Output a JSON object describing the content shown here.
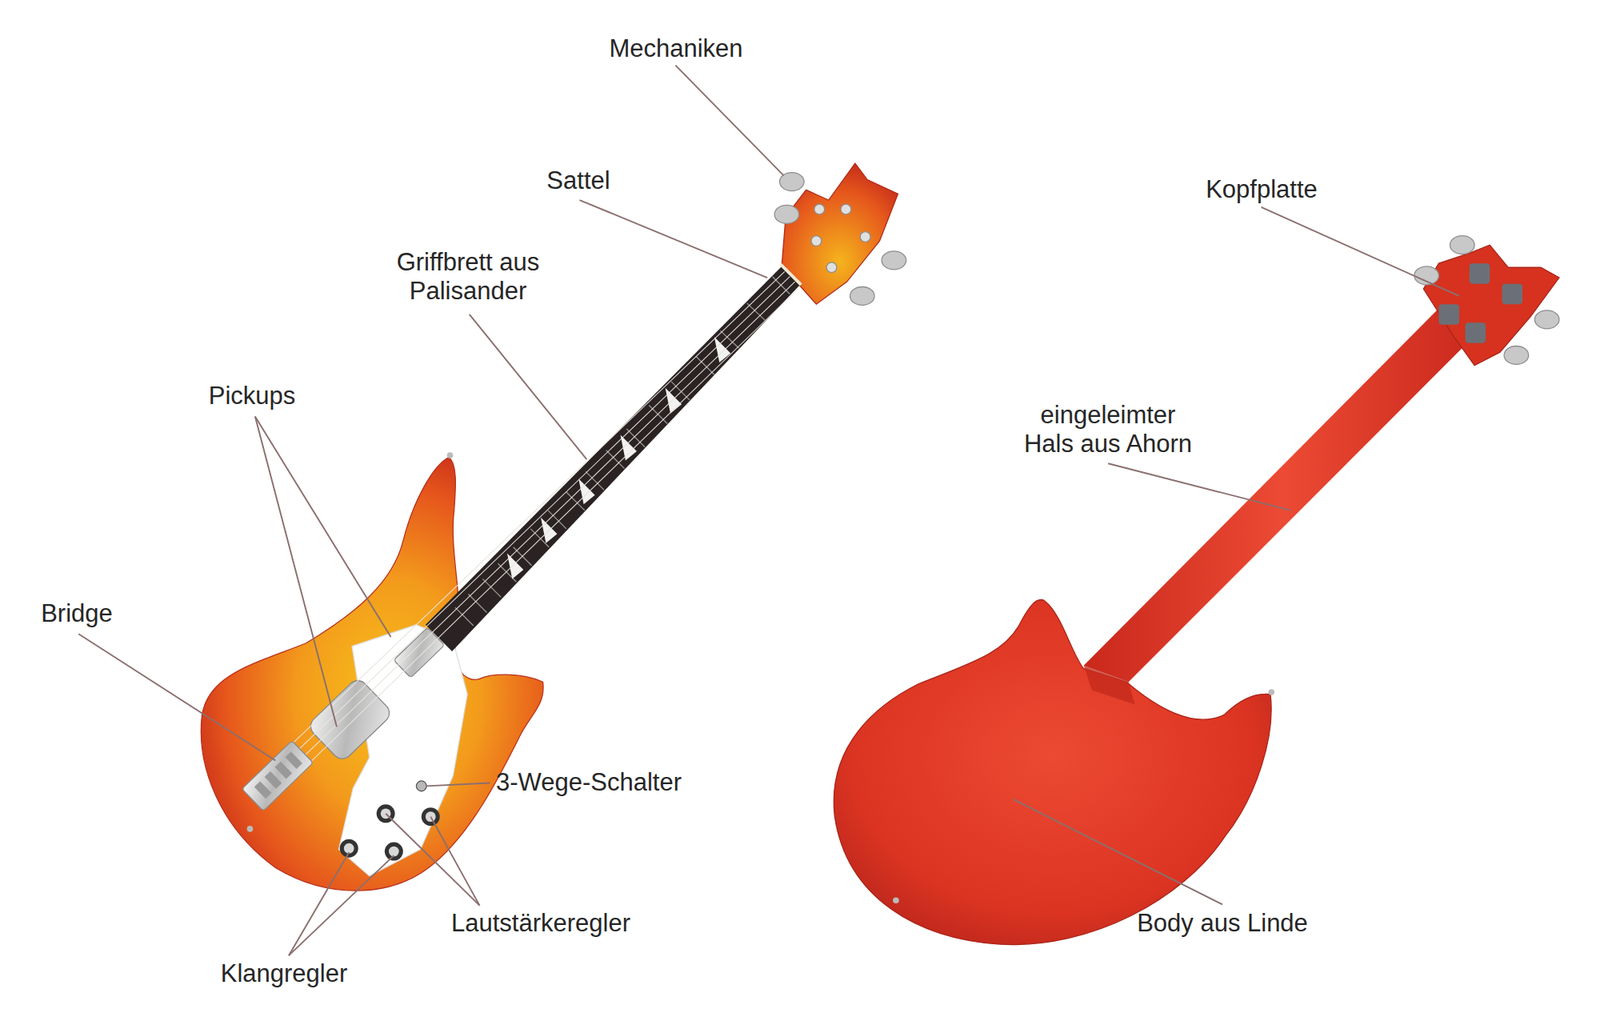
{
  "diagram": {
    "labels": [
      "Mechaniken",
      "Sattel",
      "Griffbrett aus Palisander",
      "Pickups",
      "Bridge",
      "3-Wege-Schalter",
      "Lautstärkeregler",
      "Klangregler",
      "Kopfplatte",
      "eingeleimter Hals aus Ahorn",
      "Body aus Linde"
    ]
  }
}
